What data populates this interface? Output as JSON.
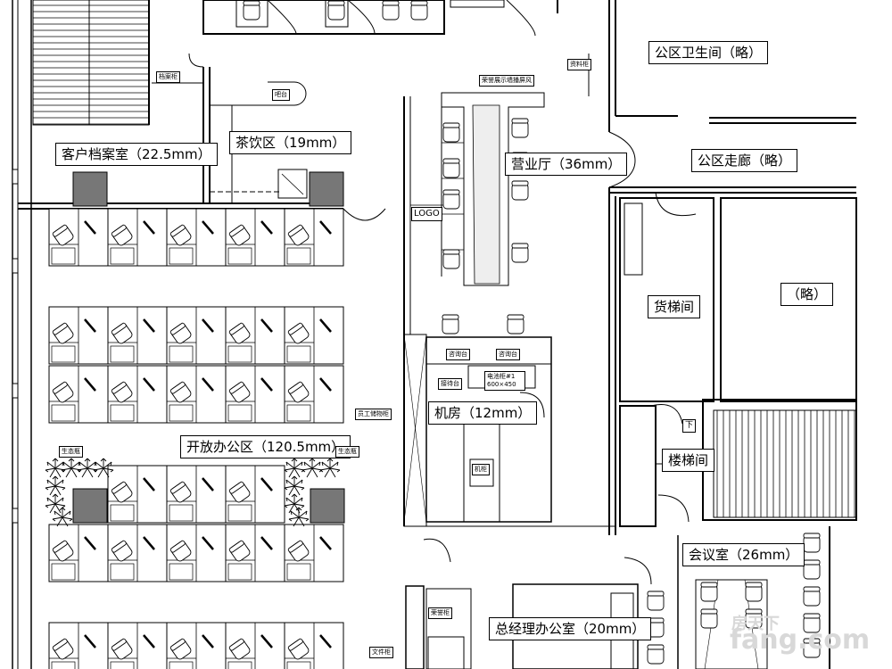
{
  "rooms": {
    "public_toilet": "公区卫生间（略）",
    "public_corridor": "公区走廊（略）",
    "omitted_area": "（略）",
    "freight_elevator": "货梯间",
    "stairwell": "楼梯间",
    "client_archive": "客户档案室（22.5mm）",
    "tea_area": "茶饮区（19mm）",
    "business_hall": "营业厅（36mm）",
    "server_room": "机房（12mm）",
    "open_office": "开放办公区（120.5mm）",
    "meeting_room": "会议室（26mm）",
    "gm_office": "总经理办公室（20mm）"
  },
  "small_tags": {
    "archive_cabinet": "档案柜",
    "bar_counter": "吧台",
    "data_cabinet": "资料柜",
    "display_screen": "荣誉展示墙播屏风",
    "inquiry_desk_1": "咨询台",
    "inquiry_desk_2": "咨询台",
    "reception_desk": "接待台",
    "ups_box": "电池柜#1 600×450",
    "staff_locker": "员工储物柜",
    "plant_tag_left": "生态瓶",
    "plant_tag_right": "生态瓶",
    "file_cabinet": "文件柜",
    "honor_cabinet": "荣誉柜",
    "rack": "机柜"
  },
  "logo_text": "LOGO",
  "stair_mark": "下",
  "watermark": {
    "brand": "房天下",
    "site": "fang.com"
  }
}
